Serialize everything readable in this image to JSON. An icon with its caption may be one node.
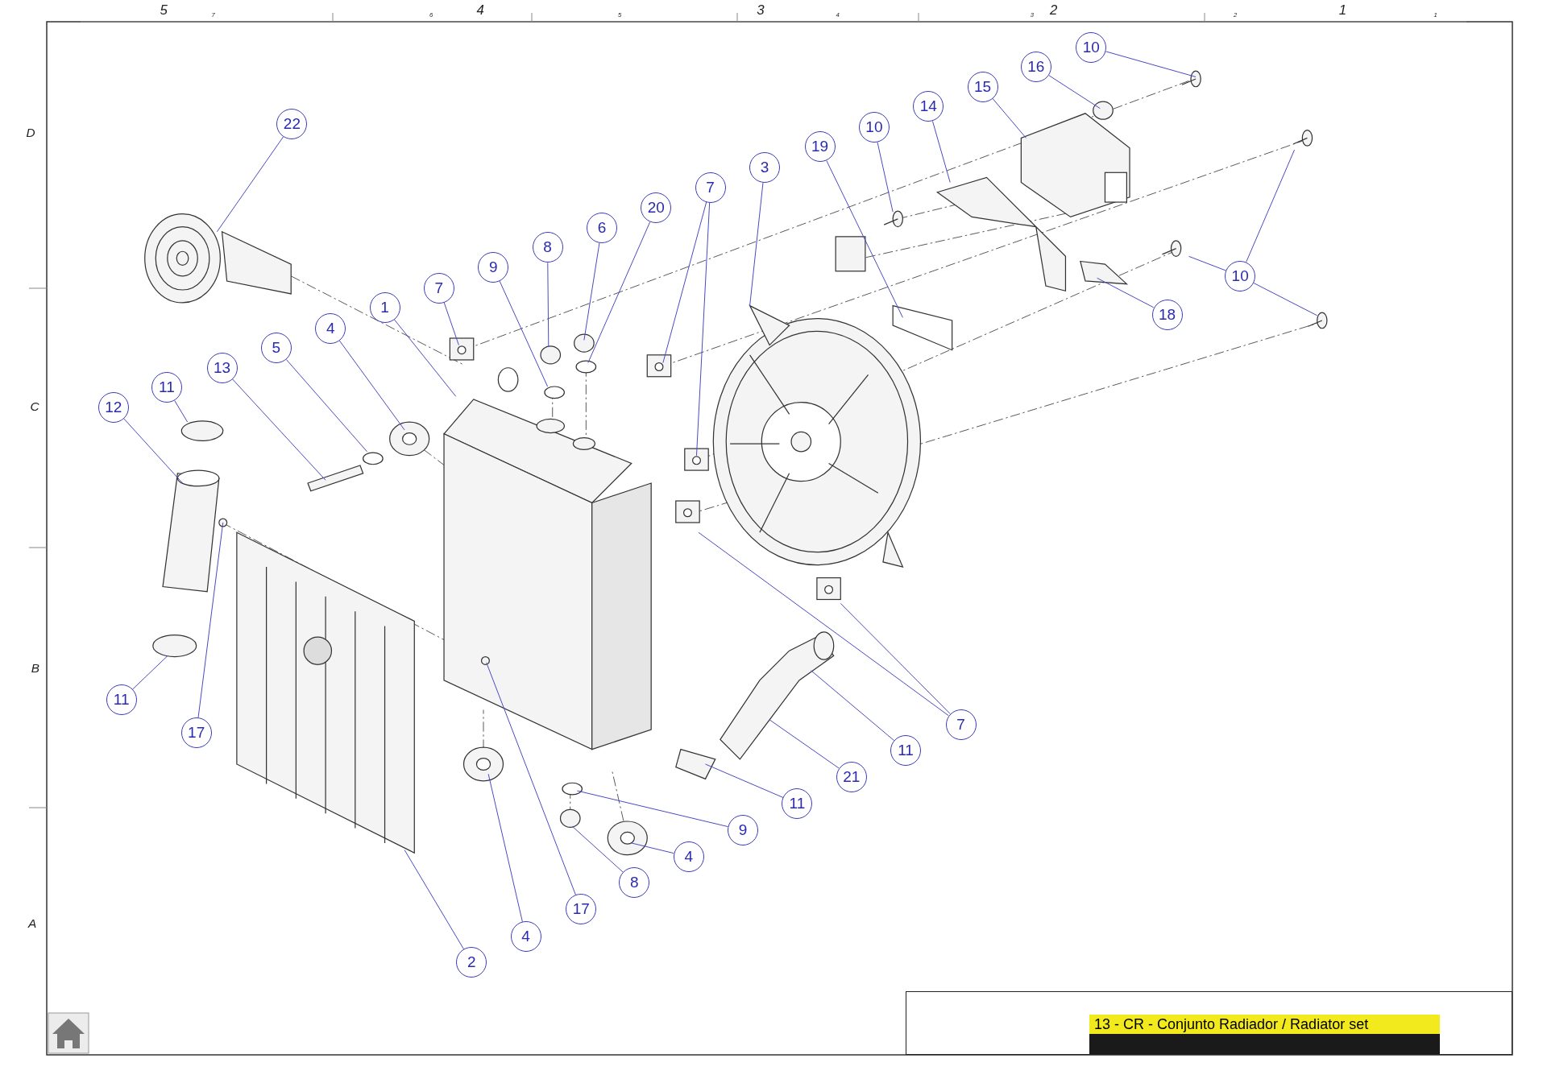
{
  "diagram": {
    "title": "13 - CR - Conjunto Radiador / Radiator set",
    "nodes": [
      {
        "text": [
          "22"
        ]
      },
      {
        "text": [
          "10"
        ]
      },
      {
        "text": [
          "16"
        ]
      },
      {
        "text": [
          "15"
        ]
      },
      {
        "text": [
          "14"
        ]
      },
      {
        "text": [
          "10"
        ]
      },
      {
        "text": [
          "19"
        ]
      },
      {
        "text": [
          "3"
        ]
      },
      {
        "text": [
          "7"
        ]
      },
      {
        "text": [
          "20"
        ]
      },
      {
        "text": [
          "6"
        ]
      },
      {
        "text": [
          "8"
        ]
      },
      {
        "text": [
          "9"
        ]
      },
      {
        "text": [
          "7"
        ]
      },
      {
        "text": [
          "1"
        ]
      },
      {
        "text": [
          "4"
        ]
      },
      {
        "text": [
          "5"
        ]
      },
      {
        "text": [
          "13"
        ]
      },
      {
        "text": [
          "11"
        ]
      },
      {
        "text": [
          "12"
        ]
      },
      {
        "text": [
          "11"
        ]
      },
      {
        "text": [
          "17"
        ]
      },
      {
        "text": [
          "18"
        ]
      },
      {
        "text": [
          "10"
        ]
      },
      {
        "text": [
          "11"
        ]
      },
      {
        "text": [
          "7"
        ]
      },
      {
        "text": [
          "21"
        ]
      },
      {
        "text": [
          "11"
        ]
      },
      {
        "text": [
          "9"
        ]
      },
      {
        "text": [
          "4"
        ]
      },
      {
        "text": [
          "8"
        ]
      },
      {
        "text": [
          "2"
        ]
      },
      {
        "text": [
          "4"
        ]
      },
      {
        "text": [
          "17"
        ]
      }
    ],
    "edges": [
      {
        "from": 0,
        "to": null,
        "arrow": "none"
      },
      {
        "from": 1,
        "to": null,
        "arrow": "none"
      },
      {
        "from": 2,
        "to": null,
        "arrow": "none"
      },
      {
        "from": 3,
        "to": null,
        "arrow": "none"
      },
      {
        "from": 4,
        "to": null,
        "arrow": "none"
      },
      {
        "from": 5,
        "to": null,
        "arrow": "none"
      },
      {
        "from": 6,
        "to": null,
        "arrow": "none"
      },
      {
        "from": 7,
        "to": null,
        "arrow": "none"
      },
      {
        "from": 8,
        "to": null,
        "arrow": "none"
      },
      {
        "from": 8,
        "to": null,
        "arrow": "none"
      },
      {
        "from": 9,
        "to": null,
        "arrow": "none"
      },
      {
        "from": 10,
        "to": null,
        "arrow": "none"
      },
      {
        "from": 11,
        "to": null,
        "arrow": "none"
      },
      {
        "from": 12,
        "to": null,
        "arrow": "none"
      },
      {
        "from": 13,
        "to": null,
        "arrow": "none"
      },
      {
        "from": 14,
        "to": null,
        "arrow": "none"
      },
      {
        "from": 15,
        "to": null,
        "arrow": "none"
      },
      {
        "from": 16,
        "to": null,
        "arrow": "none"
      },
      {
        "from": 17,
        "to": null,
        "arrow": "none"
      },
      {
        "from": 18,
        "to": null,
        "arrow": "none"
      },
      {
        "from": 19,
        "to": null,
        "arrow": "none"
      },
      {
        "from": 20,
        "to": null,
        "arrow": "none"
      },
      {
        "from": 21,
        "to": null,
        "arrow": "none"
      },
      {
        "from": 22,
        "to": null,
        "arrow": "none"
      },
      {
        "from": 23,
        "to": null,
        "arrow": "none"
      },
      {
        "from": 23,
        "to": null,
        "arrow": "none"
      },
      {
        "from": 23,
        "to": null,
        "arrow": "none"
      },
      {
        "from": 24,
        "to": null,
        "arrow": "none"
      },
      {
        "from": 25,
        "to": null,
        "arrow": "none"
      },
      {
        "from": 25,
        "to": null,
        "arrow": "none"
      },
      {
        "from": 26,
        "to": null,
        "arrow": "none"
      },
      {
        "from": 27,
        "to": null,
        "arrow": "none"
      },
      {
        "from": 28,
        "to": null,
        "arrow": "none"
      },
      {
        "from": 29,
        "to": null,
        "arrow": "none"
      },
      {
        "from": 30,
        "to": null,
        "arrow": "none"
      },
      {
        "from": 31,
        "to": null,
        "arrow": "none"
      },
      {
        "from": 32,
        "to": null,
        "arrow": "none"
      },
      {
        "from": 33,
        "to": null,
        "arrow": "none"
      }
    ],
    "labels": [
      "5",
      "7",
      "6",
      "4",
      "5",
      "3",
      "4",
      "3",
      "2",
      "2",
      "1",
      "1",
      "D",
      "C",
      "B",
      "A"
    ]
  }
}
